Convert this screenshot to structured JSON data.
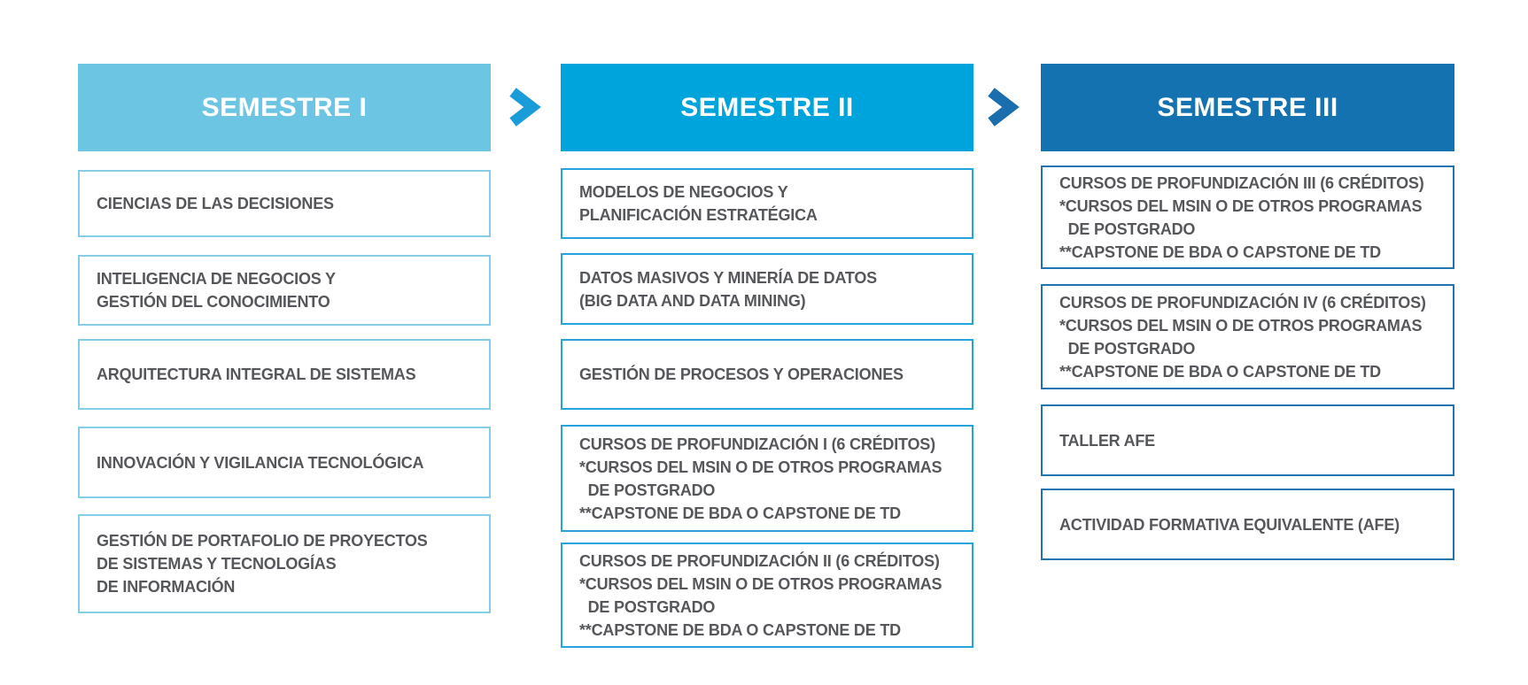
{
  "diagram": {
    "background": "#FFFFFF",
    "course_text_color": "#56575B",
    "header_text_color": "#FFFFFF",
    "columns": [
      {
        "header": {
          "label": "SEMESTRE I",
          "bg": "#6CC5E3"
        },
        "box_border_color": "#85CDE7",
        "courses": [
          {
            "text": "CIENCIAS DE LAS DECISIONES"
          },
          {
            "text": "INTELIGENCIA DE NEGOCIOS Y\nGESTIÓN DEL CONOCIMIENTO"
          },
          {
            "text": "ARQUITECTURA INTEGRAL DE SISTEMAS"
          },
          {
            "text": "INNOVACIÓN Y VIGILANCIA TECNOLÓGICA"
          },
          {
            "text": "GESTIÓN DE PORTAFOLIO DE PROYECTOS\nDE SISTEMAS Y TECNOLOGÍAS\nDE INFORMACIÓN"
          }
        ]
      },
      {
        "header": {
          "label": "SEMESTRE II",
          "bg": "#00A4DC"
        },
        "box_border_color": "#25A3DC",
        "courses": [
          {
            "text": "MODELOS DE NEGOCIOS Y\nPLANIFICACIÓN ESTRATÉGICA"
          },
          {
            "text": "DATOS MASIVOS Y MINERÍA DE DATOS\n(BIG DATA AND DATA MINING)"
          },
          {
            "text": "GESTIÓN DE PROCESOS Y OPERACIONES"
          },
          {
            "text": "CURSOS DE PROFUNDIZACIÓN I (6 CRÉDITOS)\n*CURSOS DEL MSIN O DE OTROS PROGRAMAS\n  DE POSTGRADO\n**CAPSTONE DE BDA O CAPSTONE DE TD"
          },
          {
            "text": "CURSOS DE PROFUNDIZACIÓN II (6 CRÉDITOS)\n*CURSOS DEL MSIN O DE OTROS PROGRAMAS\n  DE POSTGRADO\n**CAPSTONE DE BDA O CAPSTONE DE TD"
          }
        ]
      },
      {
        "header": {
          "label": "SEMESTRE III",
          "bg": "#1372AF"
        },
        "box_border_color": "#2074B1",
        "courses": [
          {
            "text": "CURSOS DE PROFUNDIZACIÓN III (6 CRÉDITOS)\n*CURSOS DEL MSIN O DE OTROS PROGRAMAS\n  DE POSTGRADO\n**CAPSTONE DE BDA O CAPSTONE DE TD"
          },
          {
            "text": "CURSOS DE PROFUNDIZACIÓN IV (6 CRÉDITOS)\n*CURSOS DEL MSIN O DE OTROS PROGRAMAS\n  DE POSTGRADO\n**CAPSTONE DE BDA O CAPSTONE DE TD"
          },
          {
            "text": "TALLER AFE"
          },
          {
            "text": "ACTIVIDAD FORMATIVA EQUIVALENTE (AFE)"
          }
        ]
      }
    ],
    "arrows": [
      {
        "name": "chevron-right",
        "color": "#199CD8"
      },
      {
        "name": "chevron-right",
        "color": "#1B6EAD"
      }
    ]
  }
}
